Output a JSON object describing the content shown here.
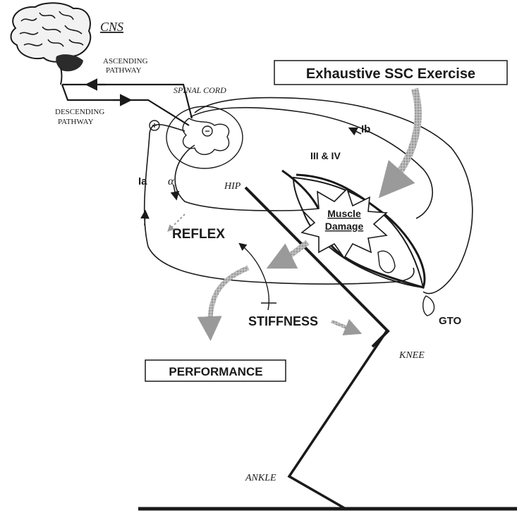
{
  "labels": {
    "cns": "CNS",
    "ascending": [
      "ASCENDING",
      "PATHWAY"
    ],
    "descending": [
      "DESCENDING",
      "PATHWAY"
    ],
    "spinal_cord": "SPINAL CORD",
    "exercise": "Exhaustive SSC Exercise",
    "ib": "Ib",
    "iii_iv": "III & IV",
    "ia": "Ia",
    "alpha": "α",
    "hip": "HIP",
    "muscle_damage": [
      "Muscle",
      "Damage"
    ],
    "reflex": "REFLEX",
    "stiffness": "STIFFNESS",
    "gto": "GTO",
    "knee": "KNEE",
    "performance": "PERFORMANCE",
    "ankle": "ANKLE",
    "plus": "+",
    "minus": "−"
  },
  "colors": {
    "ink": "#1a1a1a",
    "gray_arrow": "#9a9a9a",
    "gray_light": "#c8c8c8"
  }
}
